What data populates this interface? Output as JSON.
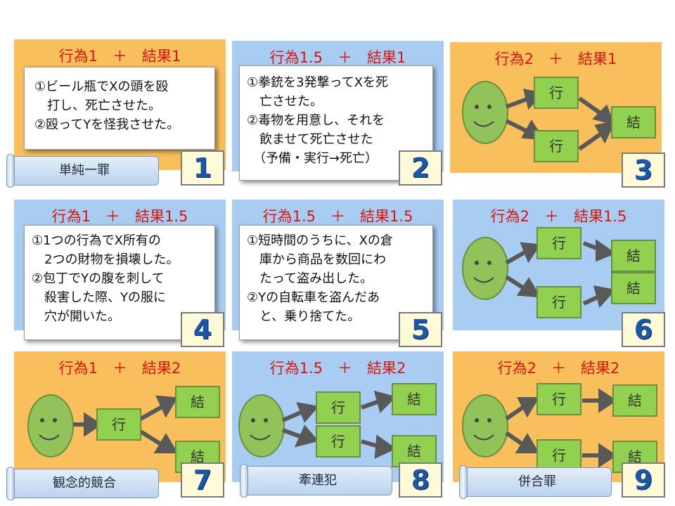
{
  "labels": {
    "act": "行",
    "result": "結"
  },
  "panels": [
    {
      "title": "行為1　＋　結果1",
      "number": "1",
      "note": {
        "lines": [
          "①ビール瓶でXの頭を殴",
          "　打し、死亡させた。",
          "②殴ってYを怪我させた。"
        ]
      },
      "scroll": "単純一罪"
    },
    {
      "title": "行為1.5　＋　結果1",
      "number": "2",
      "note": {
        "lines": [
          "①拳銃を3発撃ってXを死",
          "　亡させた。",
          "②毒物を用意し、それを",
          "　飲ませて死亡させた",
          "　（予備・実行→死亡）"
        ]
      }
    },
    {
      "title": "行為2　＋　結果1",
      "number": "3"
    },
    {
      "title": "行為1　＋　結果1.5",
      "number": "4",
      "note": {
        "lines": [
          "①1つの行為でX所有の",
          "　2つの財物を損壊した。",
          "②包丁でYの腹を刺して",
          "　殺害した際、Yの服に",
          "　穴が開いた。"
        ]
      }
    },
    {
      "title": "行為1.5　＋　結果1.5",
      "number": "5",
      "note": {
        "lines": [
          "①短時間のうちに、Xの倉",
          "　庫から商品を数回にわ",
          "　たって盗み出した。",
          "②Yの自転車を盗んだあ",
          "　と、乗り捨てた。"
        ]
      }
    },
    {
      "title": "行為2　＋　結果1.5",
      "number": "6"
    },
    {
      "title": "行為1　＋　結果2",
      "number": "7",
      "scroll": "観念的競合"
    },
    {
      "title": "行為1.5　＋　結果2",
      "number": "8",
      "scroll": "牽連犯"
    },
    {
      "title": "行為2　＋　結果2",
      "number": "9",
      "scroll": "併合罪"
    }
  ],
  "colors": {
    "orange": "#f9bf5c",
    "blue": "#a9cdf2",
    "title_red": "#d8140d",
    "box_green": "#92d050",
    "number_blue": "#1a58a7"
  }
}
